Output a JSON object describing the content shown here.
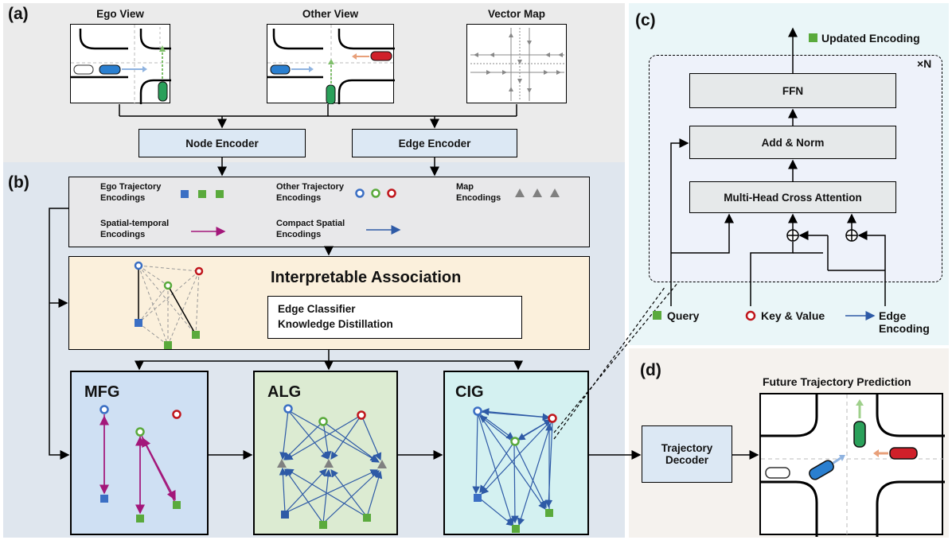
{
  "panel_a": {
    "tag": "(a)",
    "ego_view": "Ego View",
    "other_view": "Other View",
    "vector_map": "Vector Map",
    "node_encoder": "Node Encoder",
    "edge_encoder": "Edge Encoder"
  },
  "panel_b": {
    "tag": "(b)",
    "legend": {
      "ego_traj": "Ego Trajectory",
      "ego_traj2": "Encodings",
      "other_traj": "Other Trajectory",
      "other_traj2": "Encodings",
      "map": "Map",
      "map2": "Encodings",
      "spatial_temporal": "Spatial-temporal",
      "spatial_temporal2": "Encodings",
      "compact_spatial": "Compact Spatial",
      "compact_spatial2": "Encodings"
    },
    "interpretable_association": "Interpretable Association",
    "edge_classifier": "Edge Classifier",
    "knowledge_distillation": "Knowledge Distillation",
    "graphs": [
      "MFG",
      "ALG",
      "CIG"
    ]
  },
  "panel_c": {
    "tag": "(c)",
    "updated_encoding": "Updated Encoding",
    "times_n": "×N",
    "ffn": "FFN",
    "add_norm": "Add & Norm",
    "mhca": "Multi-Head Cross Attention",
    "query": "Query",
    "key_value": "Key & Value",
    "edge_encoding": "Edge Encoding"
  },
  "panel_d": {
    "tag": "(d)",
    "title": "Future Trajectory Prediction",
    "decoder_line1": "Trajectory",
    "decoder_line2": "Decoder"
  },
  "colors": {
    "ego": "#3b6fc4",
    "green": "#5aaa3c",
    "red": "#c0161c",
    "blue_edge": "#2e5aa6",
    "magenta": "#a3177a",
    "map_gray": "#808080",
    "mfg_bg": "#cfe0f3",
    "alg_bg": "#dcebd2",
    "cig_bg": "#d4f1f1"
  }
}
